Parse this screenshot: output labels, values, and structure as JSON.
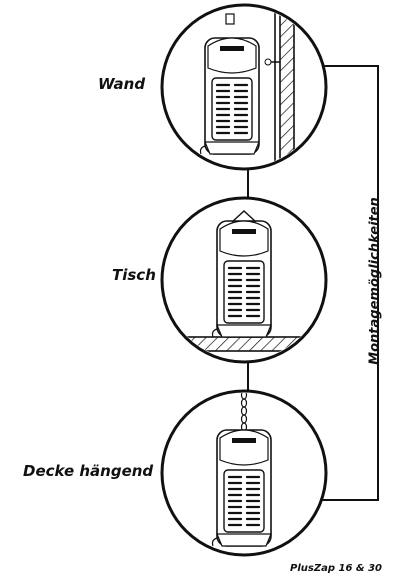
{
  "options": {
    "wall": "Wand",
    "table": "Tisch",
    "ceiling": "Decke hängend"
  },
  "side_label": "Montagemöglichkeiten",
  "model_label": "PlusZap 16 & 30"
}
